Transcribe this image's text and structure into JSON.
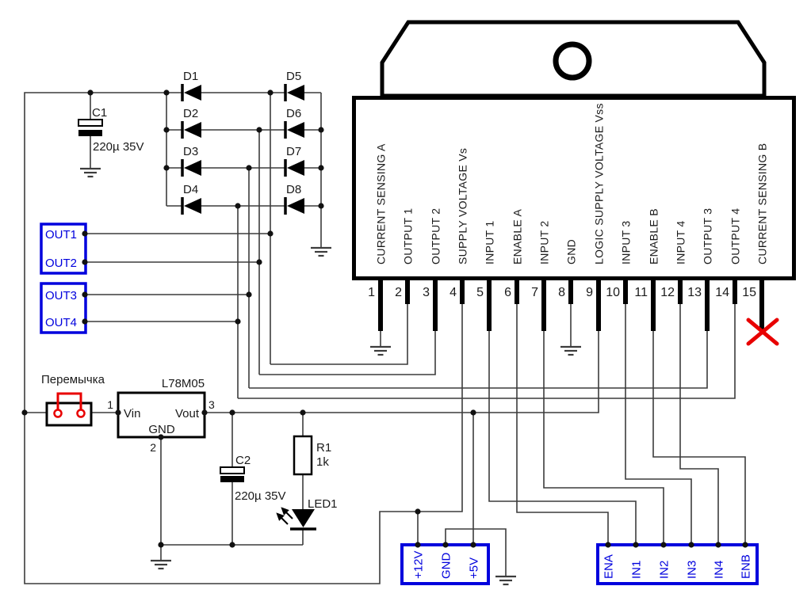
{
  "ic": {
    "pins": [
      {
        "num": "1",
        "label": "CURRENT SENSING A"
      },
      {
        "num": "2",
        "label": "OUTPUT 1"
      },
      {
        "num": "3",
        "label": "OUTPUT 2"
      },
      {
        "num": "4",
        "label": "SUPPLY VOLTAGE Vs"
      },
      {
        "num": "5",
        "label": "INPUT 1"
      },
      {
        "num": "6",
        "label": "ENABLE A"
      },
      {
        "num": "7",
        "label": "INPUT 2"
      },
      {
        "num": "8",
        "label": "GND"
      },
      {
        "num": "9",
        "label": "LOGIC SUPPLY VOLTAGE Vss"
      },
      {
        "num": "10",
        "label": "INPUT 3"
      },
      {
        "num": "11",
        "label": "ENABLE B"
      },
      {
        "num": "12",
        "label": "INPUT 4"
      },
      {
        "num": "13",
        "label": "OUTPUT 3"
      },
      {
        "num": "14",
        "label": "OUTPUT 4"
      },
      {
        "num": "15",
        "label": "CURRENT SENSING B"
      }
    ]
  },
  "diodes": {
    "labels": [
      "D1",
      "D2",
      "D3",
      "D4",
      "D5",
      "D6",
      "D7",
      "D8"
    ]
  },
  "c1": {
    "ref": "C1",
    "value": "220µ 35V"
  },
  "c2": {
    "ref": "C2",
    "value": "220µ 35V"
  },
  "r1": {
    "ref": "R1",
    "value": "1k"
  },
  "led1": {
    "ref": "LED1"
  },
  "regulator": {
    "ref": "L78M05",
    "vin": "Vin",
    "vout": "Vout",
    "gnd": "GND",
    "pin1": "1",
    "pin2": "2",
    "pin3": "3"
  },
  "jumper": {
    "label": "Перемычка"
  },
  "connectors": {
    "out12": {
      "pins": [
        "OUT1",
        "OUT2"
      ]
    },
    "out34": {
      "pins": [
        "OUT3",
        "OUT4"
      ]
    },
    "power": {
      "pins": [
        "+12V",
        "GND",
        "+5V"
      ]
    },
    "control": {
      "pins": [
        "ENA",
        "IN1",
        "IN2",
        "IN3",
        "IN4",
        "ENB"
      ]
    }
  },
  "colors": {
    "background": "#ffffff",
    "wire": "#3c3c3c",
    "outline": "#000000",
    "connector_blue": "#0000dd",
    "accent_red": "#e80000",
    "junction_dot": "#111111"
  }
}
